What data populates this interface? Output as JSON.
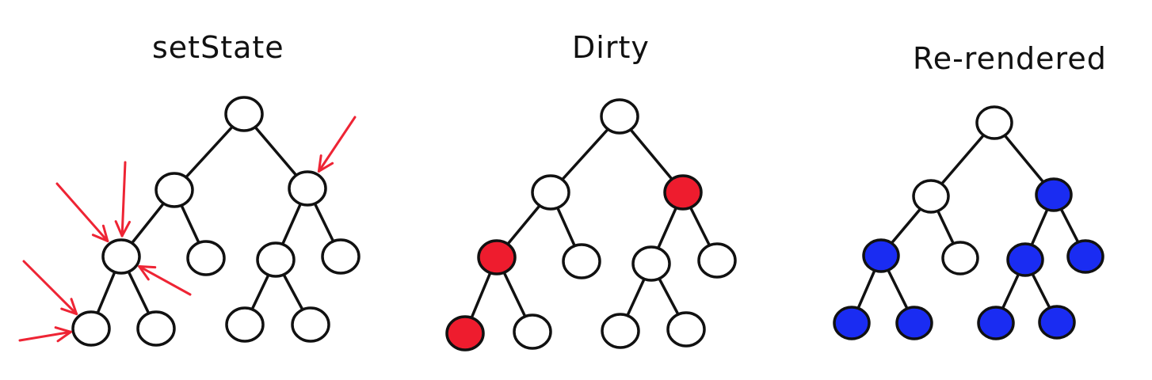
{
  "diagrams": [
    {
      "title": "setState",
      "node_states": [
        "white",
        "white",
        "white",
        "white",
        "white",
        "white",
        "white",
        "white",
        "white",
        "white",
        "white"
      ],
      "arrow_targets": [
        2,
        3,
        3,
        3,
        7,
        7
      ]
    },
    {
      "title": "Dirty",
      "node_states": [
        "white",
        "white",
        "red",
        "red",
        "white",
        "white",
        "white",
        "red",
        "white",
        "white",
        "white"
      ],
      "arrow_targets": []
    },
    {
      "title": "Re-rendered",
      "node_states": [
        "white",
        "white",
        "blue",
        "blue",
        "white",
        "blue",
        "blue",
        "blue",
        "blue",
        "blue",
        "blue"
      ],
      "arrow_targets": []
    }
  ],
  "colors": {
    "white": "#ffffff",
    "red": "#ee1c2e",
    "blue": "#1a2cf2",
    "stroke": "#111111",
    "arrow": "#ee2434"
  }
}
